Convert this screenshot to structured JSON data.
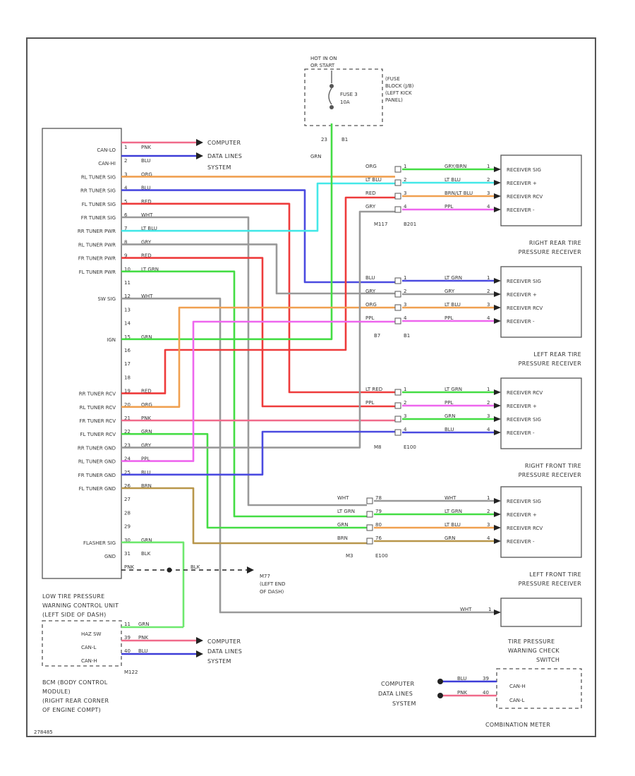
{
  "footer_code": "278485",
  "hot_bus": {
    "label1": "HOT IN ON",
    "label2": "OR START",
    "fuse_label1": "FUSE 3",
    "fuse_label2": "10A",
    "pin_a": "23",
    "pin_b": "B1",
    "wire_color": "GRN"
  },
  "fuse_block": {
    "line1": "(FUSE",
    "line2": "BLOCK (J/B)",
    "line3": "(LEFT KICK",
    "line4": "PANEL)"
  },
  "computer_data_lines": {
    "line1": "COMPUTER",
    "line2": "DATA LINES",
    "line3": "SYSTEM"
  },
  "control_unit": {
    "name_line1": "LOW TIRE PRESSURE",
    "name_line2": "WARNING CONTROL UNIT",
    "name_line3": "(LEFT SIDE OF DASH)",
    "pins": [
      {
        "label": "CAN-LO",
        "pin": "1",
        "color": "PNK"
      },
      {
        "label": "CAN-HI",
        "pin": "2",
        "color": "BLU"
      },
      {
        "label": "RL TUNER SIG",
        "pin": "3",
        "color": "ORG"
      },
      {
        "label": "RR TUNER SIG",
        "pin": "4",
        "color": "BLU"
      },
      {
        "label": "FL TUNER SIG",
        "pin": "5",
        "color": "RED"
      },
      {
        "label": "FR TUNER SIG",
        "pin": "6",
        "color": "WHT"
      },
      {
        "label": "RR TUNER PWR",
        "pin": "7",
        "color": "LT BLU"
      },
      {
        "label": "RL TUNER PWR",
        "pin": "8",
        "color": "GRY"
      },
      {
        "label": "FR TUNER PWR",
        "pin": "9",
        "color": "RED"
      },
      {
        "label": "FL TUNER PWR",
        "pin": "10",
        "color": "LT GRN"
      },
      {
        "label": "",
        "pin": "11",
        "color": ""
      },
      {
        "label": "SW SIG",
        "pin": "12",
        "color": "WHT"
      },
      {
        "label": "",
        "pin": "13",
        "color": ""
      },
      {
        "label": "",
        "pin": "14",
        "color": ""
      },
      {
        "label": "IGN",
        "pin": "15",
        "color": "GRN"
      },
      {
        "label": "",
        "pin": "16",
        "color": ""
      },
      {
        "label": "",
        "pin": "17",
        "color": ""
      },
      {
        "label": "",
        "pin": "18",
        "color": ""
      },
      {
        "label": "RR TUNER RCV",
        "pin": "19",
        "color": "RED"
      },
      {
        "label": "RL TUNER RCV",
        "pin": "20",
        "color": "ORG"
      },
      {
        "label": "FR TUNER RCV",
        "pin": "21",
        "color": "PNK"
      },
      {
        "label": "FL TUNER RCV",
        "pin": "22",
        "color": "GRN"
      },
      {
        "label": "RR TUNER GND",
        "pin": "23",
        "color": "GRY"
      },
      {
        "label": "RL TUNER GND",
        "pin": "24",
        "color": "PPL"
      },
      {
        "label": "FR TUNER GND",
        "pin": "25",
        "color": "BLU"
      },
      {
        "label": "FL TUNER GND",
        "pin": "26",
        "color": "BRN"
      },
      {
        "label": "",
        "pin": "27",
        "color": ""
      },
      {
        "label": "",
        "pin": "28",
        "color": ""
      },
      {
        "label": "",
        "pin": "29",
        "color": ""
      },
      {
        "label": "FLASHER SIG",
        "pin": "30",
        "color": "GRN"
      },
      {
        "label": "GND",
        "pin": "31",
        "color": "BLK"
      }
    ]
  },
  "ground": {
    "label": "M77",
    "wire": "BLK",
    "pin": "PNK",
    "line1": "M77",
    "line2": "(LEFT END",
    "line3": "OF DASH)",
    "ground_color": "BLK"
  },
  "bcm": {
    "rows": [
      {
        "label": "HAZ SW",
        "pin": "11",
        "color": "GRN"
      },
      {
        "label": "CAN-L",
        "pin": "39",
        "color": "PNK"
      },
      {
        "label": "CAN-H",
        "pin": "40",
        "color": "BLU"
      }
    ],
    "connector": "M122",
    "name_line1": "BCM (BODY CONTROL",
    "name_line2": "MODULE)",
    "name_line3": "(RIGHT REAR CORNER",
    "name_line4": "OF ENGINE COMPT)"
  },
  "receivers": [
    {
      "name_line1": "RIGHT REAR TIRE",
      "name_line2": "PRESSURE RECEIVER",
      "rows": [
        "RECEIVER SIG",
        "RECEIVER +",
        "RECEIVER RCV",
        "RECEIVER -"
      ],
      "connector_a": "M117",
      "connector_b": "B201",
      "wires": [
        {
          "color": "ORG",
          "pin": "1"
        },
        {
          "color": "LT BLU",
          "pin": "2"
        },
        {
          "color": "RED",
          "pin": "3"
        },
        {
          "color": "GRY",
          "pin": "4"
        }
      ],
      "out_wires": [
        {
          "color": "GRY/BRN",
          "pin": "1"
        },
        {
          "color": "LT BLU",
          "pin": "2"
        },
        {
          "color": "BRN/LT BLU",
          "pin": "3"
        },
        {
          "color": "PPL",
          "pin": "4"
        }
      ]
    },
    {
      "name_line1": "LEFT REAR TIRE",
      "name_line2": "PRESSURE RECEIVER",
      "rows": [
        "RECEIVER SIG",
        "RECEIVER +",
        "RECEIVER RCV",
        "RECEIVER -"
      ],
      "connector_a": "B7",
      "connector_b": "B1",
      "wires": [
        {
          "color": "BLU",
          "pin": "1"
        },
        {
          "color": "GRY",
          "pin": "2"
        },
        {
          "color": "ORG",
          "pin": "3"
        },
        {
          "color": "PPL",
          "pin": "4"
        }
      ],
      "out_wires": [
        {
          "color": "LT GRN",
          "pin": "1"
        },
        {
          "color": "GRY",
          "pin": "2"
        },
        {
          "color": "LT BLU",
          "pin": "3"
        },
        {
          "color": "PPL",
          "pin": "4"
        }
      ]
    },
    {
      "name_line1": "RIGHT FRONT TIRE",
      "name_line2": "PRESSURE RECEIVER",
      "rows": [
        "RECEIVER RCV",
        "RECEIVER +",
        "RECEIVER SIG",
        "RECEIVER -"
      ],
      "connector_a": "M8",
      "connector_b": "E100",
      "wires": [
        {
          "color": "LT RED",
          "pin": "1"
        },
        {
          "color": "PPL",
          "pin": "2"
        },
        {
          "color": "",
          "pin": "3"
        },
        {
          "color": "",
          "pin": "4"
        }
      ],
      "out_wires": [
        {
          "color": "LT GRN",
          "pin": "1"
        },
        {
          "color": "PPL",
          "pin": "2"
        },
        {
          "color": "GRN",
          "pin": "3"
        },
        {
          "color": "BLU",
          "pin": "4"
        }
      ]
    },
    {
      "name_line1": "LEFT FRONT TIRE",
      "name_line2": "PRESSURE RECEIVER",
      "rows": [
        "RECEIVER SIG",
        "RECEIVER +",
        "RECEIVER RCV",
        "RECEIVER -"
      ],
      "connector_a": "M3",
      "connector_b": "E100",
      "wires": [
        {
          "color": "WHT",
          "pin": "78"
        },
        {
          "color": "LT GRN",
          "pin": "79"
        },
        {
          "color": "GRN",
          "pin": "80"
        },
        {
          "color": "BRN",
          "pin": "76"
        }
      ],
      "out_wires": [
        {
          "color": "WHT",
          "pin": "1"
        },
        {
          "color": "LT GRN",
          "pin": "2"
        },
        {
          "color": "LT BLU",
          "pin": "3"
        },
        {
          "color": "GRN",
          "pin": "4"
        }
      ]
    }
  ],
  "warning_check": {
    "wire": "WHT",
    "pin": "1",
    "line1": "TIRE PRESSURE",
    "line2": "WARNING CHECK",
    "line3": "SWITCH"
  },
  "combination_meter": {
    "name": "COMBINATION METER",
    "row1": "CAN-H",
    "row2": "CAN-L",
    "wire1": "BLU",
    "pin1": "39",
    "wire2": "PNK",
    "pin2": "40"
  }
}
